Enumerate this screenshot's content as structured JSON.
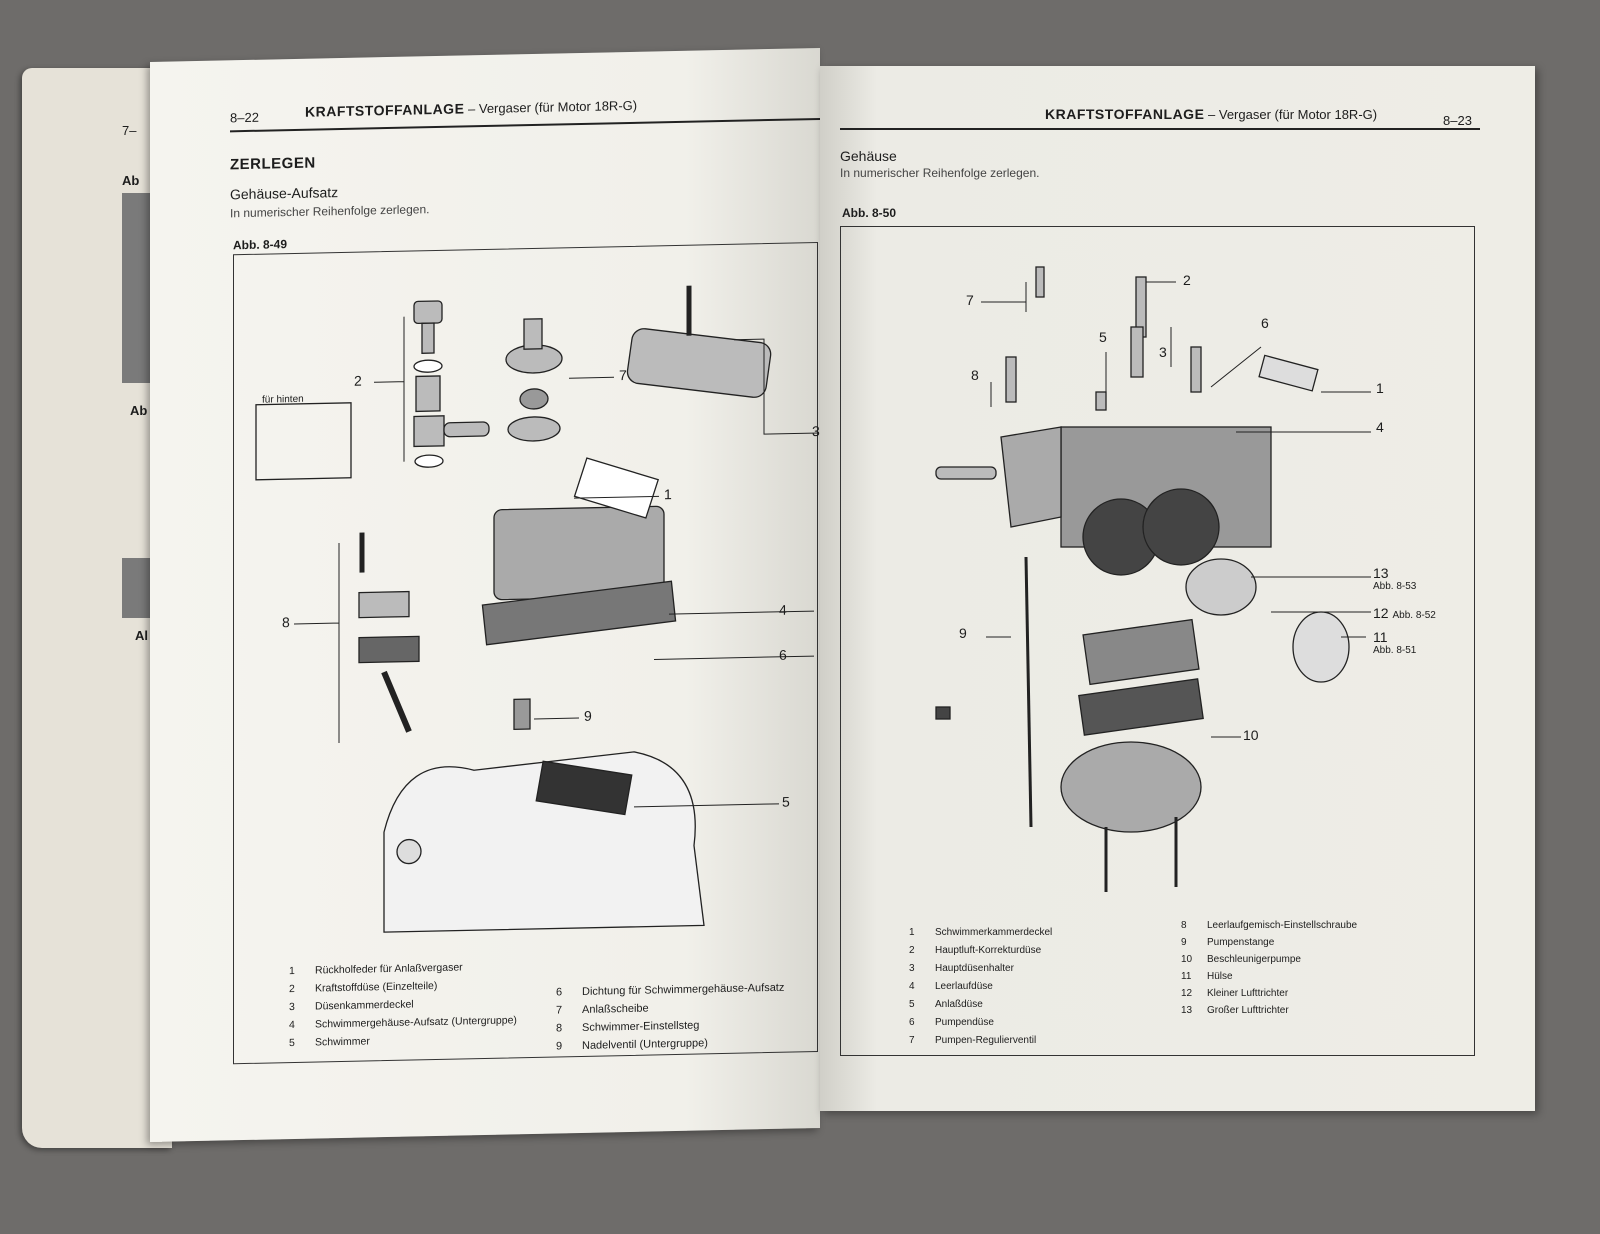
{
  "under_page": {
    "number": "7–",
    "labels": [
      "Ab",
      "Ab",
      "Al"
    ]
  },
  "left_page": {
    "page_number": "8–22",
    "chapter": "KRAFTSTOFFANLAGE",
    "subchapter": "– Vergaser (für Motor 18R-G)",
    "section_title": "ZERLEGEN",
    "subsection_title": "Gehäuse-Aufsatz",
    "instruction": "In numerischer Reihenfolge zerlegen.",
    "figure_label": "Abb. 8-49",
    "inset_label": "für hinten",
    "callouts": [
      "2",
      "7",
      "3",
      "1",
      "8",
      "4",
      "6",
      "9",
      "5"
    ],
    "legend": [
      {
        "n": "1",
        "text": "Rückholfeder für Anlaßvergaser"
      },
      {
        "n": "2",
        "text": "Kraftstoffdüse (Einzelteile)"
      },
      {
        "n": "3",
        "text": "Düsenkammerdeckel"
      },
      {
        "n": "4",
        "text": "Schwimmergehäuse-Aufsatz (Untergruppe)"
      },
      {
        "n": "5",
        "text": "Schwimmer"
      },
      {
        "n": "6",
        "text": "Dichtung für Schwimmergehäuse-Aufsatz"
      },
      {
        "n": "7",
        "text": "Anlaßscheibe"
      },
      {
        "n": "8",
        "text": "Schwimmer-Einstellsteg"
      },
      {
        "n": "9",
        "text": "Nadelventil (Untergruppe)"
      }
    ]
  },
  "right_page": {
    "page_number": "8–23",
    "chapter": "KRAFTSTOFFANLAGE",
    "subchapter": "– Vergaser (für Motor 18R-G)",
    "subsection_title": "Gehäuse",
    "instruction": "In numerischer Reihenfolge zerlegen.",
    "figure_label": "Abb. 8-50",
    "callouts": {
      "c7": "7",
      "c2": "2",
      "c5": "5",
      "c3": "3",
      "c6": "6",
      "c1": "1",
      "c8": "8",
      "c4": "4",
      "c13": "13",
      "c13_ref": "Abb. 8-53",
      "c12": "12",
      "c12_ref": "Abb. 8-52",
      "c11": "11",
      "c11_ref": "Abb. 8-51",
      "c9": "9",
      "c10": "10"
    },
    "legend": [
      {
        "n": "1",
        "text": "Schwimmerkammerdeckel"
      },
      {
        "n": "2",
        "text": "Hauptluft-Korrekturdüse"
      },
      {
        "n": "3",
        "text": "Hauptdüsenhalter"
      },
      {
        "n": "4",
        "text": "Leerlaufdüse"
      },
      {
        "n": "5",
        "text": "Anlaßdüse"
      },
      {
        "n": "6",
        "text": "Pumpendüse"
      },
      {
        "n": "7",
        "text": "Pumpen-Regulierventil"
      },
      {
        "n": "8",
        "text": "Leerlaufgemisch-Einstellschraube"
      },
      {
        "n": "9",
        "text": "Pumpenstange"
      },
      {
        "n": "10",
        "text": "Beschleunigerpumpe"
      },
      {
        "n": "11",
        "text": "Hülse"
      },
      {
        "n": "12",
        "text": "Kleiner Lufttrichter"
      },
      {
        "n": "13",
        "text": "Großer Lufttrichter"
      }
    ]
  }
}
